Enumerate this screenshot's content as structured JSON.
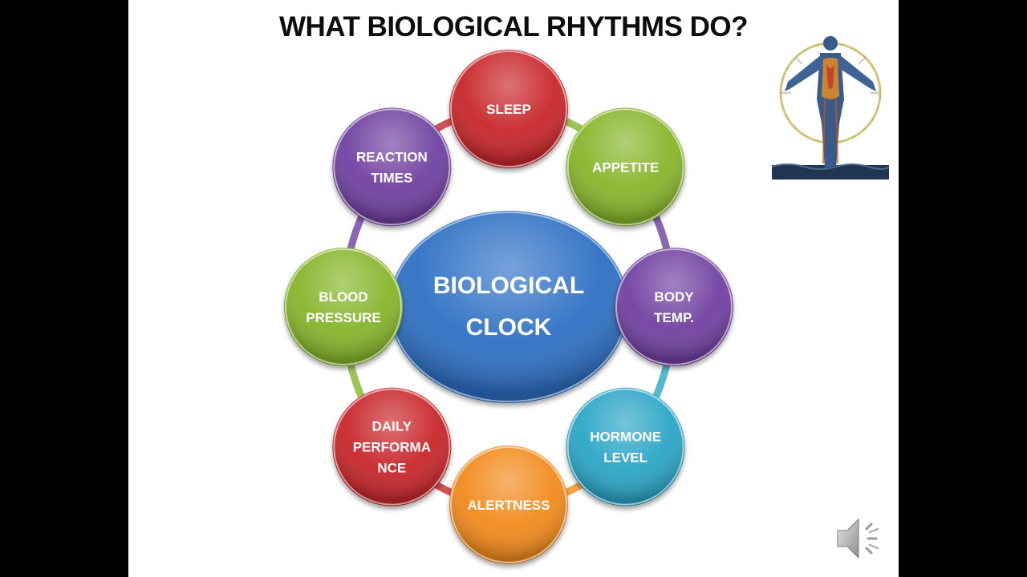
{
  "slide": {
    "title": "WHAT BIOLOGICAL RHYTHMS DO?"
  },
  "diagram": {
    "center": {
      "lines": [
        "BIOLOGICAL",
        "CLOCK"
      ],
      "color": "#2e6fc4"
    },
    "nodes": [
      {
        "id": "sleep",
        "lines": [
          "SLEEP"
        ],
        "color": "#c8262b"
      },
      {
        "id": "appetite",
        "lines": [
          "APPETITE"
        ],
        "color": "#86b52b"
      },
      {
        "id": "body-temp",
        "lines": [
          "BODY",
          "TEMP."
        ],
        "color": "#6f3fa0"
      },
      {
        "id": "hormone-level",
        "lines": [
          "HORMONE",
          "LEVEL"
        ],
        "color": "#2aa5c6"
      },
      {
        "id": "alertness",
        "lines": [
          "ALERTNESS"
        ],
        "color": "#f28a1c"
      },
      {
        "id": "daily-performance",
        "lines": [
          "DAILY",
          "PERFORMA",
          "NCE"
        ],
        "color": "#c8262b"
      },
      {
        "id": "blood-pressure",
        "lines": [
          "BLOOD",
          "PRESSURE"
        ],
        "color": "#86b52b"
      },
      {
        "id": "reaction-times",
        "lines": [
          "REACTION",
          "TIMES"
        ],
        "color": "#6f3fa0"
      }
    ]
  },
  "icons": {
    "figure": "vitruvian-body-clock-icon",
    "speaker": "speaker-icon"
  }
}
